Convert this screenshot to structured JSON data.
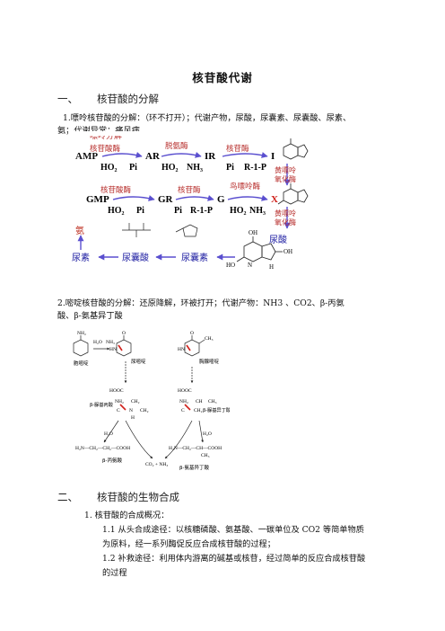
{
  "doc": {
    "title": "核苷酸代谢",
    "section1": {
      "num": "一、",
      "heading": "核苷酸的分解"
    },
    "para1": {
      "line1": "1.嘌呤核苷酸的分解：（环不打开）；代谢产物，尿酸，尿囊素、尿囊酸、尿素、",
      "line2": "氨；代谢异常：痛风病"
    },
    "para2": {
      "line1": "2.嘧啶核苷酸的分解：还原降解，环被打开；代谢产物：NH3 、CO2、β-丙氨",
      "line2": "酸、β-氨基异丁酸"
    },
    "section2": {
      "num": "二、",
      "heading": "核苷酸的生物合成"
    },
    "list": {
      "item1": "1.   核苷酸的合成概况：",
      "item1_1_line1": "1.1 从头合成途径：以核糖磷酸、氨基酸、一碳单位及 CO2 等简单物质",
      "item1_1_line2": "为原料，经一系列酶促反应合成核苷酸的过程；",
      "item1_2_line1": "1.2 补救途径：利用体内游离的碱基或核苷，经过简单的反应合成核苷酸",
      "item1_2_line2": "的过程"
    }
  },
  "purine_fig": {
    "overlay_heading": "嘌呤分解",
    "row1": {
      "amp": "AMP",
      "ar": "AR",
      "ir": "IR",
      "i": "I",
      "enz1": "核苷酸酶",
      "enz2": "脱氨酶",
      "enz3": "核苷酶",
      "sub1a": "HO₂",
      "sub1b": "Pi",
      "sub2a": "HO₂",
      "sub2b": "NH₃",
      "sub3a": "Pi",
      "sub3b": "R-1-P",
      "xo1": "黄嘌呤",
      "xo1b": "氧化酶"
    },
    "row2": {
      "gmp": "GMP",
      "gr": "GR",
      "g": "G",
      "x": "X",
      "enz1": "核苷酸酶",
      "enz2": "核苷酶",
      "enz3": "鸟嘌呤酶",
      "sub1a": "HO₂",
      "sub1b": "Pi",
      "sub2a": "Pi",
      "sub2b": "R-1-P",
      "sub3a": "HO₂",
      "sub3b": "NH₃",
      "xo2": "黄嘌呤",
      "xo2b": "氧化酶"
    },
    "row3": {
      "ammonia": "氨",
      "urea": "尿素",
      "allantoic_acid": "尿囊酸",
      "allantoin": "尿囊素",
      "uric_acid": "尿酸",
      "oh1": "OH",
      "oh2": "OH",
      "ho": "HO",
      "n": "N",
      "h": "H"
    },
    "colors": {
      "enzyme": "#b8312f",
      "arrow": "#5a4fcf",
      "label": "#1a1aa0",
      "x": "#d0201a"
    }
  },
  "pyrimidine_fig": {
    "cytosine": "胞嘧啶",
    "uracil": "尿嘧啶",
    "thymine": "胸腺嘧啶",
    "beta_ureidopropionic": "β-脲基丙酸",
    "beta_ureidoisobutyric": "β-脲基异丁酸",
    "beta_alanine": "β-丙氨酸",
    "beta_aminoisobutyric": "β-氨基异丁酸",
    "h2o": "H₂O",
    "nh3": "NH₃",
    "co2_nh3": "CO₂ + NH₃",
    "nh2": "NH₂",
    "ch3": "CH₃",
    "hooc": "HOOC",
    "hn": "HN",
    "o": "O",
    "ch2": "CH₂",
    "ch": "CH",
    "c": "C",
    "n": "N",
    "h": "H",
    "ala_formula": "H₂N—CH₂—CH₂—COOH",
    "aib_formula": "H₂N—CH₂—CH—COOH",
    "aib_ch3": "CH₃"
  }
}
